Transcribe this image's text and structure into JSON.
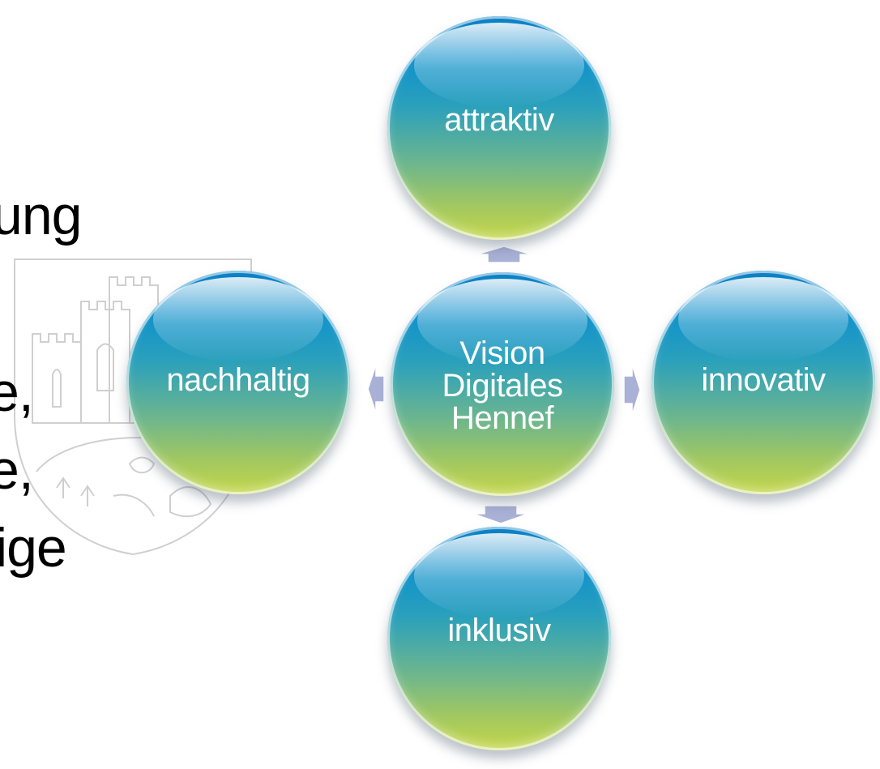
{
  "background_text": {
    "line1": "ung",
    "line2": "e,",
    "line3": "e,",
    "line4": "ige"
  },
  "diagram": {
    "center": "Vision\nDigitales\nHennef",
    "top": "attraktiv",
    "right": "innovativ",
    "bottom": "inklusiv",
    "left": "nachhaltig"
  },
  "colors": {
    "circle_top": "#0a7fc4",
    "circle_bottom": "#c5d649",
    "arrow": "#a9b1d6",
    "label": "#ffffff"
  }
}
